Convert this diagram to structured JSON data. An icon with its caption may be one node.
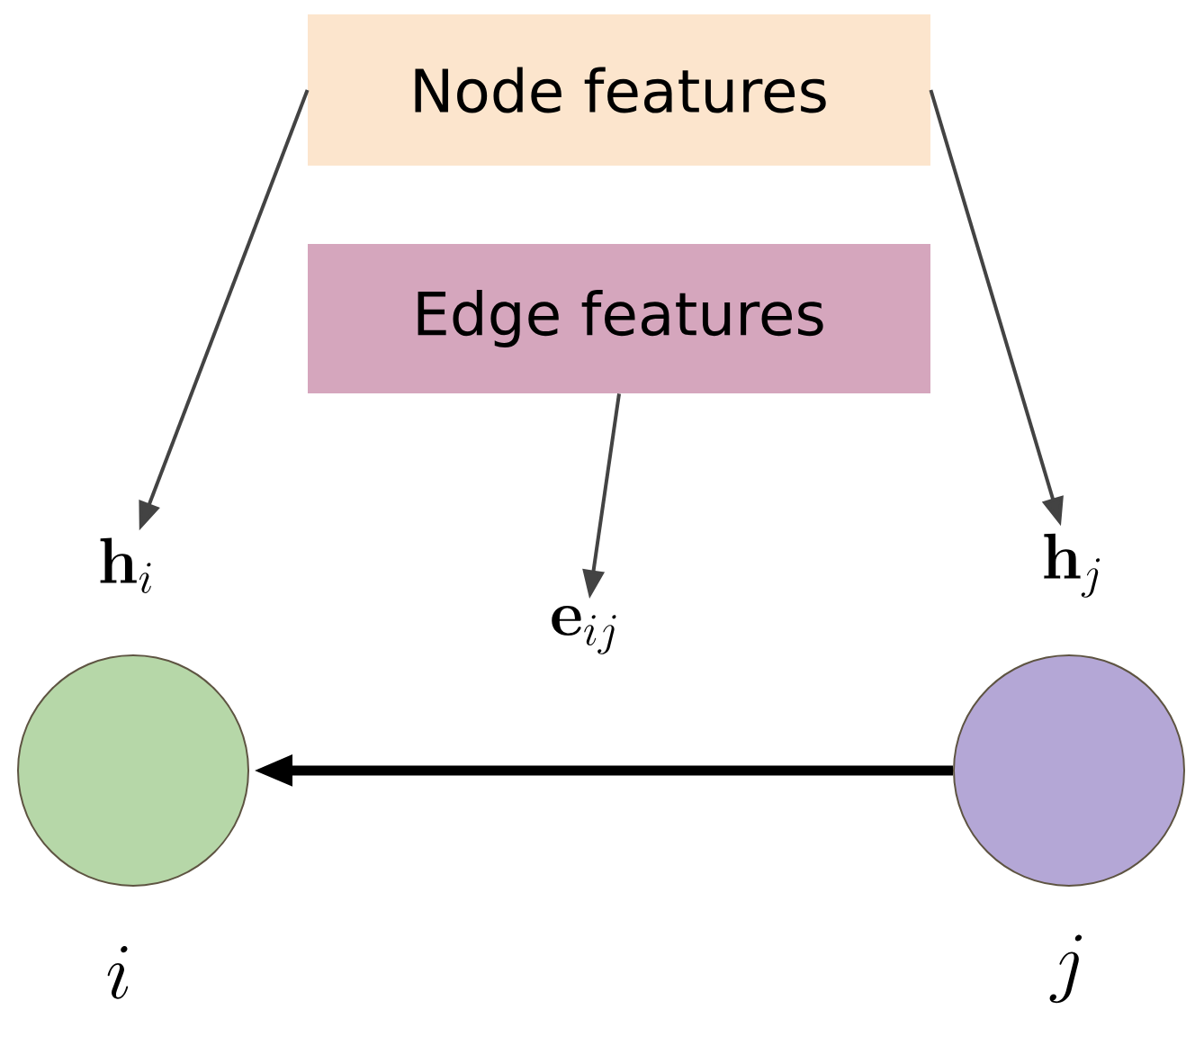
{
  "diagram": {
    "nodes": [
      {
        "text": [
          "Node features"
        ]
      },
      {
        "text": [
          "Edge features"
        ]
      },
      {
        "text": [
          "\\mathbf{h}_i"
        ]
      },
      {
        "text": [
          "\\mathbf{e}_{ij}"
        ]
      },
      {
        "text": [
          "\\mathbf{h}_j"
        ]
      },
      {
        "text": [],
        "shape": "circle",
        "beside": [
          "i"
        ]
      },
      {
        "text": [],
        "shape": "circle",
        "beside": [
          "j"
        ]
      }
    ],
    "edges": [
      {
        "from": 0,
        "to": 2,
        "arrow": "to"
      },
      {
        "from": 0,
        "to": 4,
        "arrow": "to"
      },
      {
        "from": 1,
        "to": 3,
        "arrow": "to"
      },
      {
        "from": 6,
        "to": 5,
        "arrow": "to",
        "style": "thick",
        "color": "#000000"
      }
    ]
  }
}
